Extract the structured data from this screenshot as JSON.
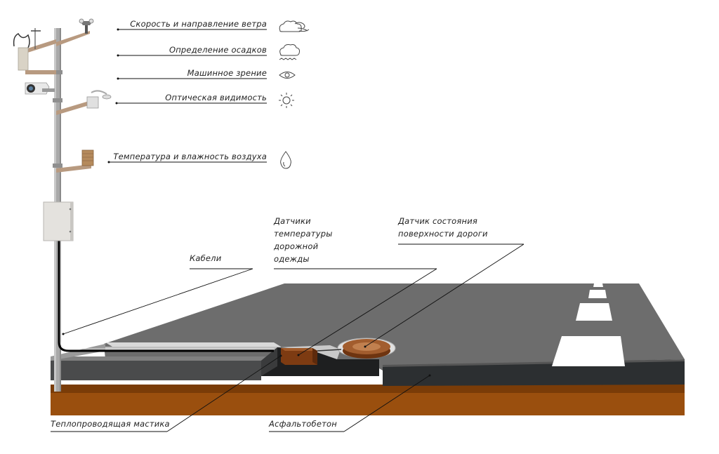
{
  "sensors": {
    "wind": "Скорость и направление ветра",
    "precipitation": "Определение осадков",
    "machine_vision": "Машинное зрение",
    "visibility": "Оптическая видимость",
    "air_temp_humidity": "Температура и влажность воздуха"
  },
  "labels": {
    "pavement_temp_line1": "Датчики",
    "pavement_temp_line2": "температуры",
    "pavement_temp_line3": "дорожной",
    "pavement_temp_line4": "одежды",
    "road_surface_line1": "Датчик состояния",
    "road_surface_line2": "поверхности дороги",
    "cables": "Кабели",
    "thermal_mastic": "Теплопроводящая мастика",
    "asphalt": "Асфальтобетон"
  },
  "icons": {
    "wind": "wind-cloud-icon",
    "precipitation": "rain-cloud-icon",
    "machine_vision": "eye-icon",
    "visibility": "sun-icon",
    "air_temp_humidity": "droplet-icon"
  },
  "colors": {
    "asphalt_top": "#6b6b6b",
    "asphalt_dark": "#2b2d2f",
    "soil": "#9a4f0e",
    "pole": "#a9a9a9",
    "bracket": "#b89a80",
    "sensor_brown": "#8b4a1f",
    "lane_marking": "#ffffff"
  }
}
